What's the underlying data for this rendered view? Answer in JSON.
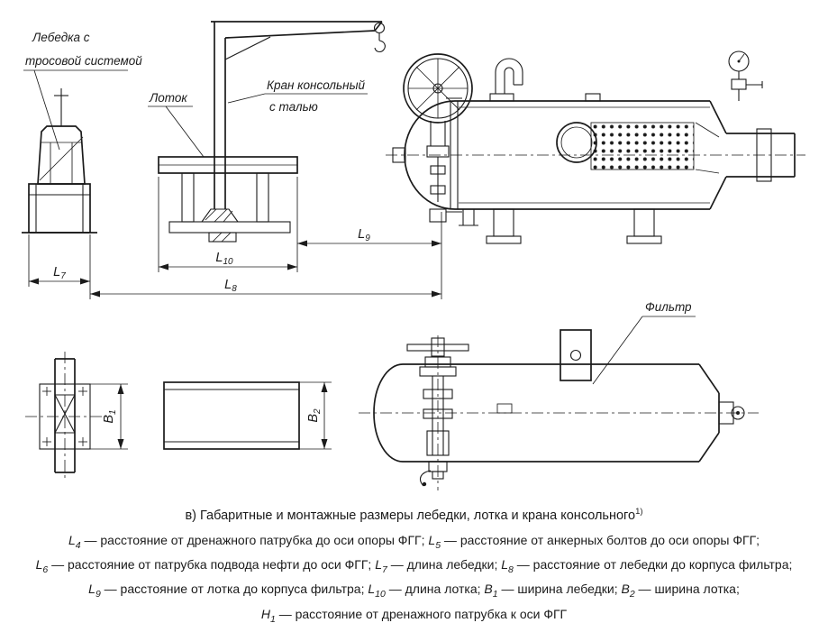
{
  "figure": {
    "labels": {
      "winch_line1": "Лебедка с",
      "winch_line2": "тросовой системой",
      "tray": "Лоток",
      "crane_line1": "Кран консольный",
      "crane_line2": "с талью",
      "filter": "Фильтр"
    },
    "dims": {
      "L7": {
        "base": "L",
        "sub": "7"
      },
      "L8": {
        "base": "L",
        "sub": "8"
      },
      "L9": {
        "base": "L",
        "sub": "9"
      },
      "L10": {
        "base": "L",
        "sub": "10"
      },
      "B1": {
        "base": "B",
        "sub": "1"
      },
      "B2": {
        "base": "B",
        "sub": "2"
      }
    },
    "caption": "в) Габаритные и монтажные размеры лебедки, лотка и крана консольного",
    "caption_note": "1)",
    "legend_lines": [
      [
        [
          "var",
          "L"
        ],
        [
          "sub",
          "4"
        ],
        [
          "txt",
          " — расстояние от дренажного патрубка до оси опоры ФГГ; "
        ],
        [
          "var",
          "L"
        ],
        [
          "sub",
          "5"
        ],
        [
          "txt",
          " — расстояние от анкерных болтов до оси опоры ФГГ;"
        ]
      ],
      [
        [
          "var",
          "L"
        ],
        [
          "sub",
          "6"
        ],
        [
          "txt",
          " — расстояние от патрубка подвода нефти до оси ФГГ; "
        ],
        [
          "var",
          "L"
        ],
        [
          "sub",
          "7"
        ],
        [
          "txt",
          " — длина лебедки; "
        ],
        [
          "var",
          "L"
        ],
        [
          "sub",
          "8"
        ],
        [
          "txt",
          " — расстояние от лебедки до корпуса фильтра;"
        ]
      ],
      [
        [
          "var",
          "L"
        ],
        [
          "sub",
          "9"
        ],
        [
          "txt",
          " — расстояние от лотка до корпуса фильтра; "
        ],
        [
          "var",
          "L"
        ],
        [
          "sub",
          "10"
        ],
        [
          "txt",
          " — длина лотка; "
        ],
        [
          "var",
          "B"
        ],
        [
          "sub",
          "1"
        ],
        [
          "txt",
          " — ширина лебедки; "
        ],
        [
          "var",
          "B"
        ],
        [
          "sub",
          "2"
        ],
        [
          "txt",
          " — ширина лотка;"
        ]
      ],
      [
        [
          "var",
          "H"
        ],
        [
          "sub",
          "1"
        ],
        [
          "txt",
          " — расстояние от дренажного патрубка к оси ФГГ"
        ]
      ]
    ],
    "colors": {
      "ink": "#1b1b1b",
      "paper": "#ffffff"
    }
  }
}
